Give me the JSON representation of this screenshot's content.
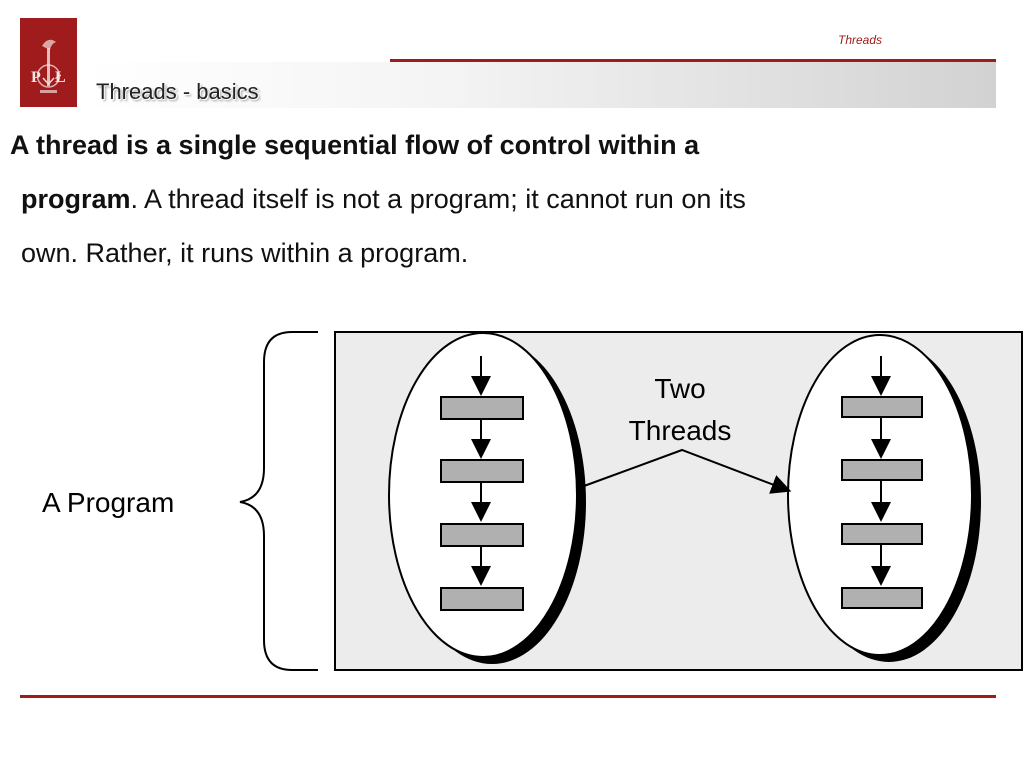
{
  "slide": {
    "section_label": "Threads",
    "title": "Threads - basics",
    "paragraph": {
      "lead_bold": "A thread is a single sequential flow of control within a",
      "bold_word": "program",
      "rest_line2": ". A thread itself is not a program; it cannot run on its",
      "line3": "own. Rather, it runs within a program."
    }
  },
  "diagram": {
    "program_label": "A Program",
    "threads_label_line1": "Two",
    "threads_label_line2": "Threads",
    "threads": [
      {
        "steps": 4
      },
      {
        "steps": 4
      }
    ]
  },
  "logo": {
    "letters": [
      "P",
      "Ł"
    ],
    "color": "#a01b1b",
    "icon": "university-crest-icon"
  },
  "colors": {
    "accent": "#a01b1b",
    "diagram_panel": "#ececec",
    "step_fill": "#b0b0b0"
  }
}
